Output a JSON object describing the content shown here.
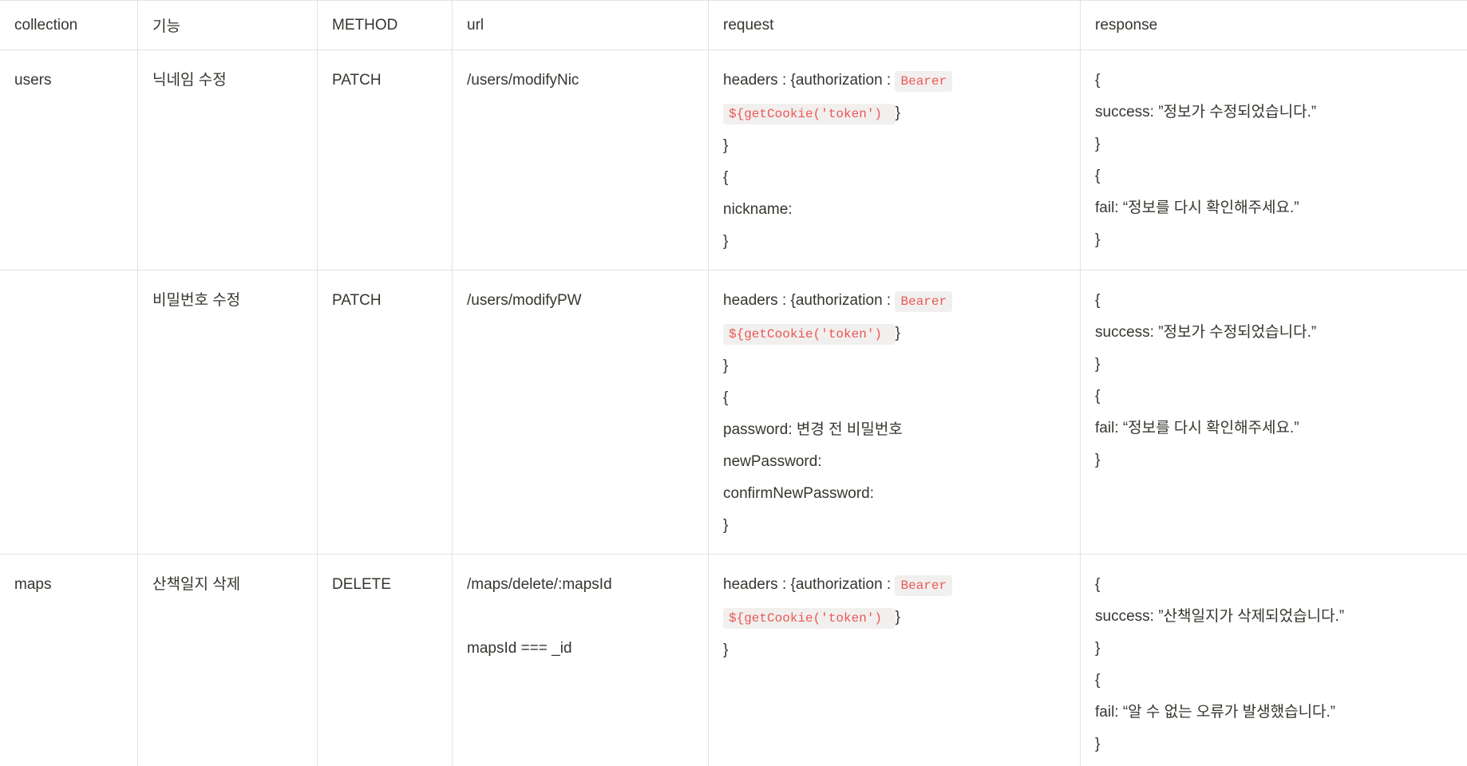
{
  "colors": {
    "text": "#37352f",
    "border": "#e3e2e0",
    "code_text": "#eb5757",
    "code_bg": "#f1f0ee",
    "page_bg": "#ffffff"
  },
  "table": {
    "columns": [
      {
        "id": "collection",
        "label": "collection"
      },
      {
        "id": "feature",
        "label": "기능"
      },
      {
        "id": "method",
        "label": "METHOD"
      },
      {
        "id": "url",
        "label": "url"
      },
      {
        "id": "request",
        "label": "request"
      },
      {
        "id": "response",
        "label": "response"
      }
    ],
    "rows": [
      {
        "cells": {
          "collection": [
            [
              {
                "text": "users",
                "code": false
              }
            ]
          ],
          "feature": [
            [
              {
                "text": "닉네임 수정",
                "code": false
              }
            ]
          ],
          "method": [
            [
              {
                "text": "PATCH",
                "code": false
              }
            ]
          ],
          "url": [
            [
              {
                "text": "/users/modifyNic",
                "code": false
              }
            ]
          ],
          "request": [
            [
              {
                "text": "headers : {authorization : ",
                "code": false
              },
              {
                "text": "Bearer",
                "code": true
              }
            ],
            [
              {
                "text": "${getCookie('token') ",
                "code": true
              },
              {
                "text": "}",
                "code": false
              }
            ],
            [
              {
                "text": "}",
                "code": false
              }
            ],
            [
              {
                "text": "{",
                "code": false
              }
            ],
            [
              {
                "text": "nickname:",
                "code": false
              }
            ],
            [
              {
                "text": "}",
                "code": false
              }
            ]
          ],
          "response": [
            [
              {
                "text": "{",
                "code": false
              }
            ],
            [
              {
                "text": "success: ”정보가 수정되었습니다.”",
                "code": false
              }
            ],
            [
              {
                "text": "}",
                "code": false
              }
            ],
            [
              {
                "text": "{",
                "code": false
              }
            ],
            [
              {
                "text": "fail: “정보를 다시 확인해주세요.”",
                "code": false
              }
            ],
            [
              {
                "text": "}",
                "code": false
              }
            ]
          ]
        }
      },
      {
        "cells": {
          "collection": [],
          "feature": [
            [
              {
                "text": "비밀번호 수정",
                "code": false
              }
            ]
          ],
          "method": [
            [
              {
                "text": "PATCH",
                "code": false
              }
            ]
          ],
          "url": [
            [
              {
                "text": "/users/modifyPW",
                "code": false
              }
            ]
          ],
          "request": [
            [
              {
                "text": "headers : {authorization : ",
                "code": false
              },
              {
                "text": "Bearer",
                "code": true
              }
            ],
            [
              {
                "text": "${getCookie('token') ",
                "code": true
              },
              {
                "text": "}",
                "code": false
              }
            ],
            [
              {
                "text": "}",
                "code": false
              }
            ],
            [
              {
                "text": "{",
                "code": false
              }
            ],
            [
              {
                "text": "password: 변경 전 비밀번호",
                "code": false
              }
            ],
            [
              {
                "text": "newPassword:",
                "code": false
              }
            ],
            [
              {
                "text": "confirmNewPassword:",
                "code": false
              }
            ],
            [
              {
                "text": "}",
                "code": false
              }
            ]
          ],
          "response": [
            [
              {
                "text": "{",
                "code": false
              }
            ],
            [
              {
                "text": "success: ”정보가 수정되었습니다.”",
                "code": false
              }
            ],
            [
              {
                "text": "}",
                "code": false
              }
            ],
            [
              {
                "text": "{",
                "code": false
              }
            ],
            [
              {
                "text": "fail: “정보를 다시 확인해주세요.”",
                "code": false
              }
            ],
            [
              {
                "text": "}",
                "code": false
              }
            ]
          ]
        }
      },
      {
        "cells": {
          "collection": [
            [
              {
                "text": "maps",
                "code": false
              }
            ]
          ],
          "feature": [
            [
              {
                "text": "산책일지 삭제",
                "code": false
              }
            ]
          ],
          "method": [
            [
              {
                "text": "DELETE",
                "code": false
              }
            ]
          ],
          "url": [
            [
              {
                "text": "/maps/delete/:mapsId",
                "code": false
              }
            ],
            [
              {
                "text": "",
                "code": false
              }
            ],
            [
              {
                "text": "mapsId === _id",
                "code": false
              }
            ]
          ],
          "request": [
            [
              {
                "text": "headers : {authorization : ",
                "code": false
              },
              {
                "text": "Bearer",
                "code": true
              }
            ],
            [
              {
                "text": "${getCookie('token') ",
                "code": true
              },
              {
                "text": "}",
                "code": false
              }
            ],
            [
              {
                "text": "}",
                "code": false
              }
            ]
          ],
          "response": [
            [
              {
                "text": "{",
                "code": false
              }
            ],
            [
              {
                "text": "success: ”산책일지가 삭제되었습니다.”",
                "code": false
              }
            ],
            [
              {
                "text": "}",
                "code": false
              }
            ],
            [
              {
                "text": "{",
                "code": false
              }
            ],
            [
              {
                "text": "fail: “알 수 없는 오류가 발생했습니다.”",
                "code": false
              }
            ],
            [
              {
                "text": "}",
                "code": false
              }
            ]
          ]
        }
      }
    ]
  }
}
